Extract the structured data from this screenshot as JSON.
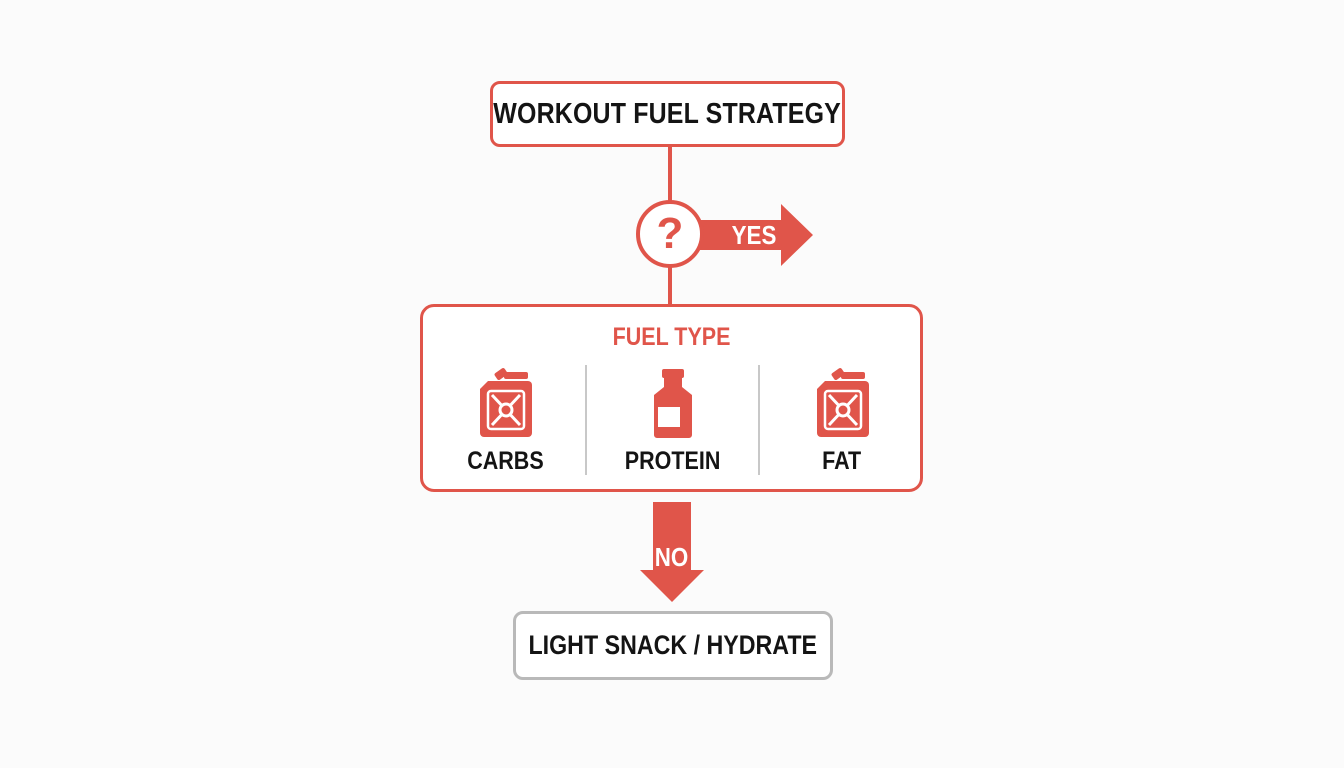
{
  "diagram": {
    "title": "WORKOUT FUEL STRATEGY",
    "decision_symbol": "?",
    "yes_label": "YES",
    "no_label": "NO",
    "fuel_type": {
      "title": "FUEL TYPE",
      "items": [
        {
          "label": "CARBS",
          "icon": "jerry-can-icon"
        },
        {
          "label": "PROTEIN",
          "icon": "bottle-icon"
        },
        {
          "label": "FAT",
          "icon": "jerry-can-icon"
        }
      ]
    },
    "final": "LIGHT SNACK / HYDRATE"
  },
  "colors": {
    "accent": "#e0554a",
    "text": "#141414",
    "final_border": "#b9b9b9",
    "divider": "#c8c8c8",
    "background": "#fbfbfb"
  }
}
